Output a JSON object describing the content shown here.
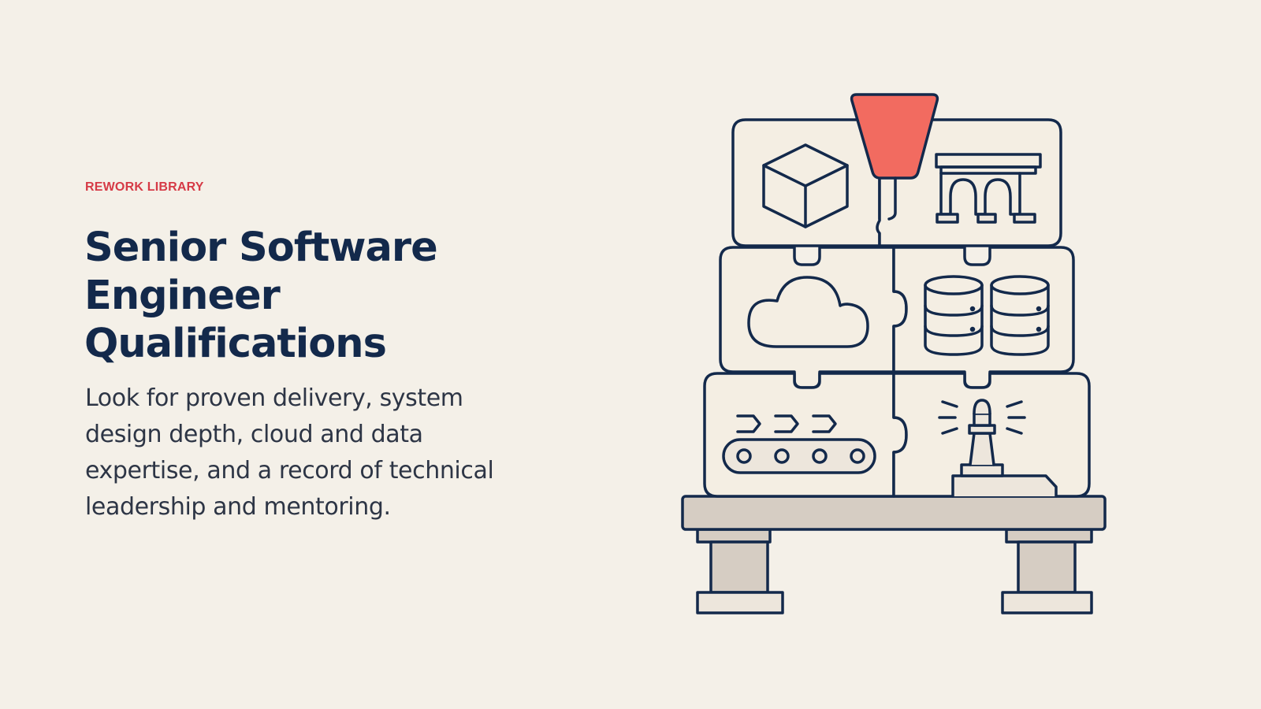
{
  "eyebrow": "REWORK LIBRARY",
  "title": "Senior Software Engineer Qualifications",
  "description": "Look for proven delivery, system design depth, cloud and data expertise, and a record of technical leadership and mentoring.",
  "colors": {
    "background": "#f4f0e8",
    "eyebrow": "#d63a46",
    "title": "#13294b",
    "body": "#2d3545",
    "outline": "#13294b",
    "accent": "#f26b60",
    "tile_fill": "#f4eee3",
    "base_fill": "#d6cdc3"
  },
  "illustration": {
    "icons": [
      "cube-icon",
      "aqueduct-icon",
      "cloud-icon",
      "database-icon",
      "conveyor-icon",
      "lighthouse-icon",
      "funnel-icon"
    ]
  }
}
